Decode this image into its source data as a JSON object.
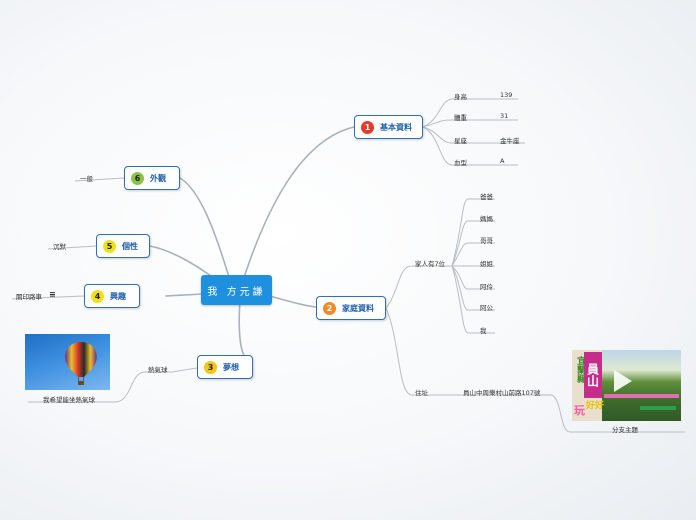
{
  "central": {
    "title": "我  方元謙"
  },
  "nodes": {
    "basic": {
      "num": "1",
      "label": "基本資料",
      "color": "#e23b2e"
    },
    "family": {
      "num": "2",
      "label": "家庭資料",
      "color": "#f08a24"
    },
    "dream": {
      "num": "3",
      "label": "夢想",
      "color": "#f5c518"
    },
    "hobby": {
      "num": "4",
      "label": "興趣",
      "color": "#f0e015"
    },
    "personality": {
      "num": "5",
      "label": "個性",
      "color": "#ece21b"
    },
    "appearance": {
      "num": "6",
      "label": "外觀",
      "color": "#8bc34a"
    }
  },
  "basic_info": {
    "height_label": "身高",
    "height_value": "139",
    "weight_label": "體重",
    "weight_value": "31",
    "zodiac_label": "星座",
    "zodiac_value": "金牛座",
    "blood_label": "血型",
    "blood_value": "A"
  },
  "family_info": {
    "members_label": "家人有7位",
    "members": [
      "爸爸",
      "媽媽",
      "哥哥",
      "姐姐",
      "阿伶",
      "阿公",
      "我"
    ],
    "address_label": "住址",
    "address_value": "員山中周樂村山前路107號",
    "address_image_text_1": "宜蘭縣",
    "address_image_text_2": "員山",
    "address_image_text_3": "好好",
    "address_image_text_4": "玩",
    "subtopic": "分支主題"
  },
  "dream_info": {
    "balloon_label": "熱氣球",
    "caption": "我希望能坐熱氣球"
  },
  "hobby_info": {
    "label": "關印路車",
    "note_icon": "≡"
  },
  "personality_info": {
    "label": "沉默"
  },
  "appearance_info": {
    "label": "一般"
  }
}
